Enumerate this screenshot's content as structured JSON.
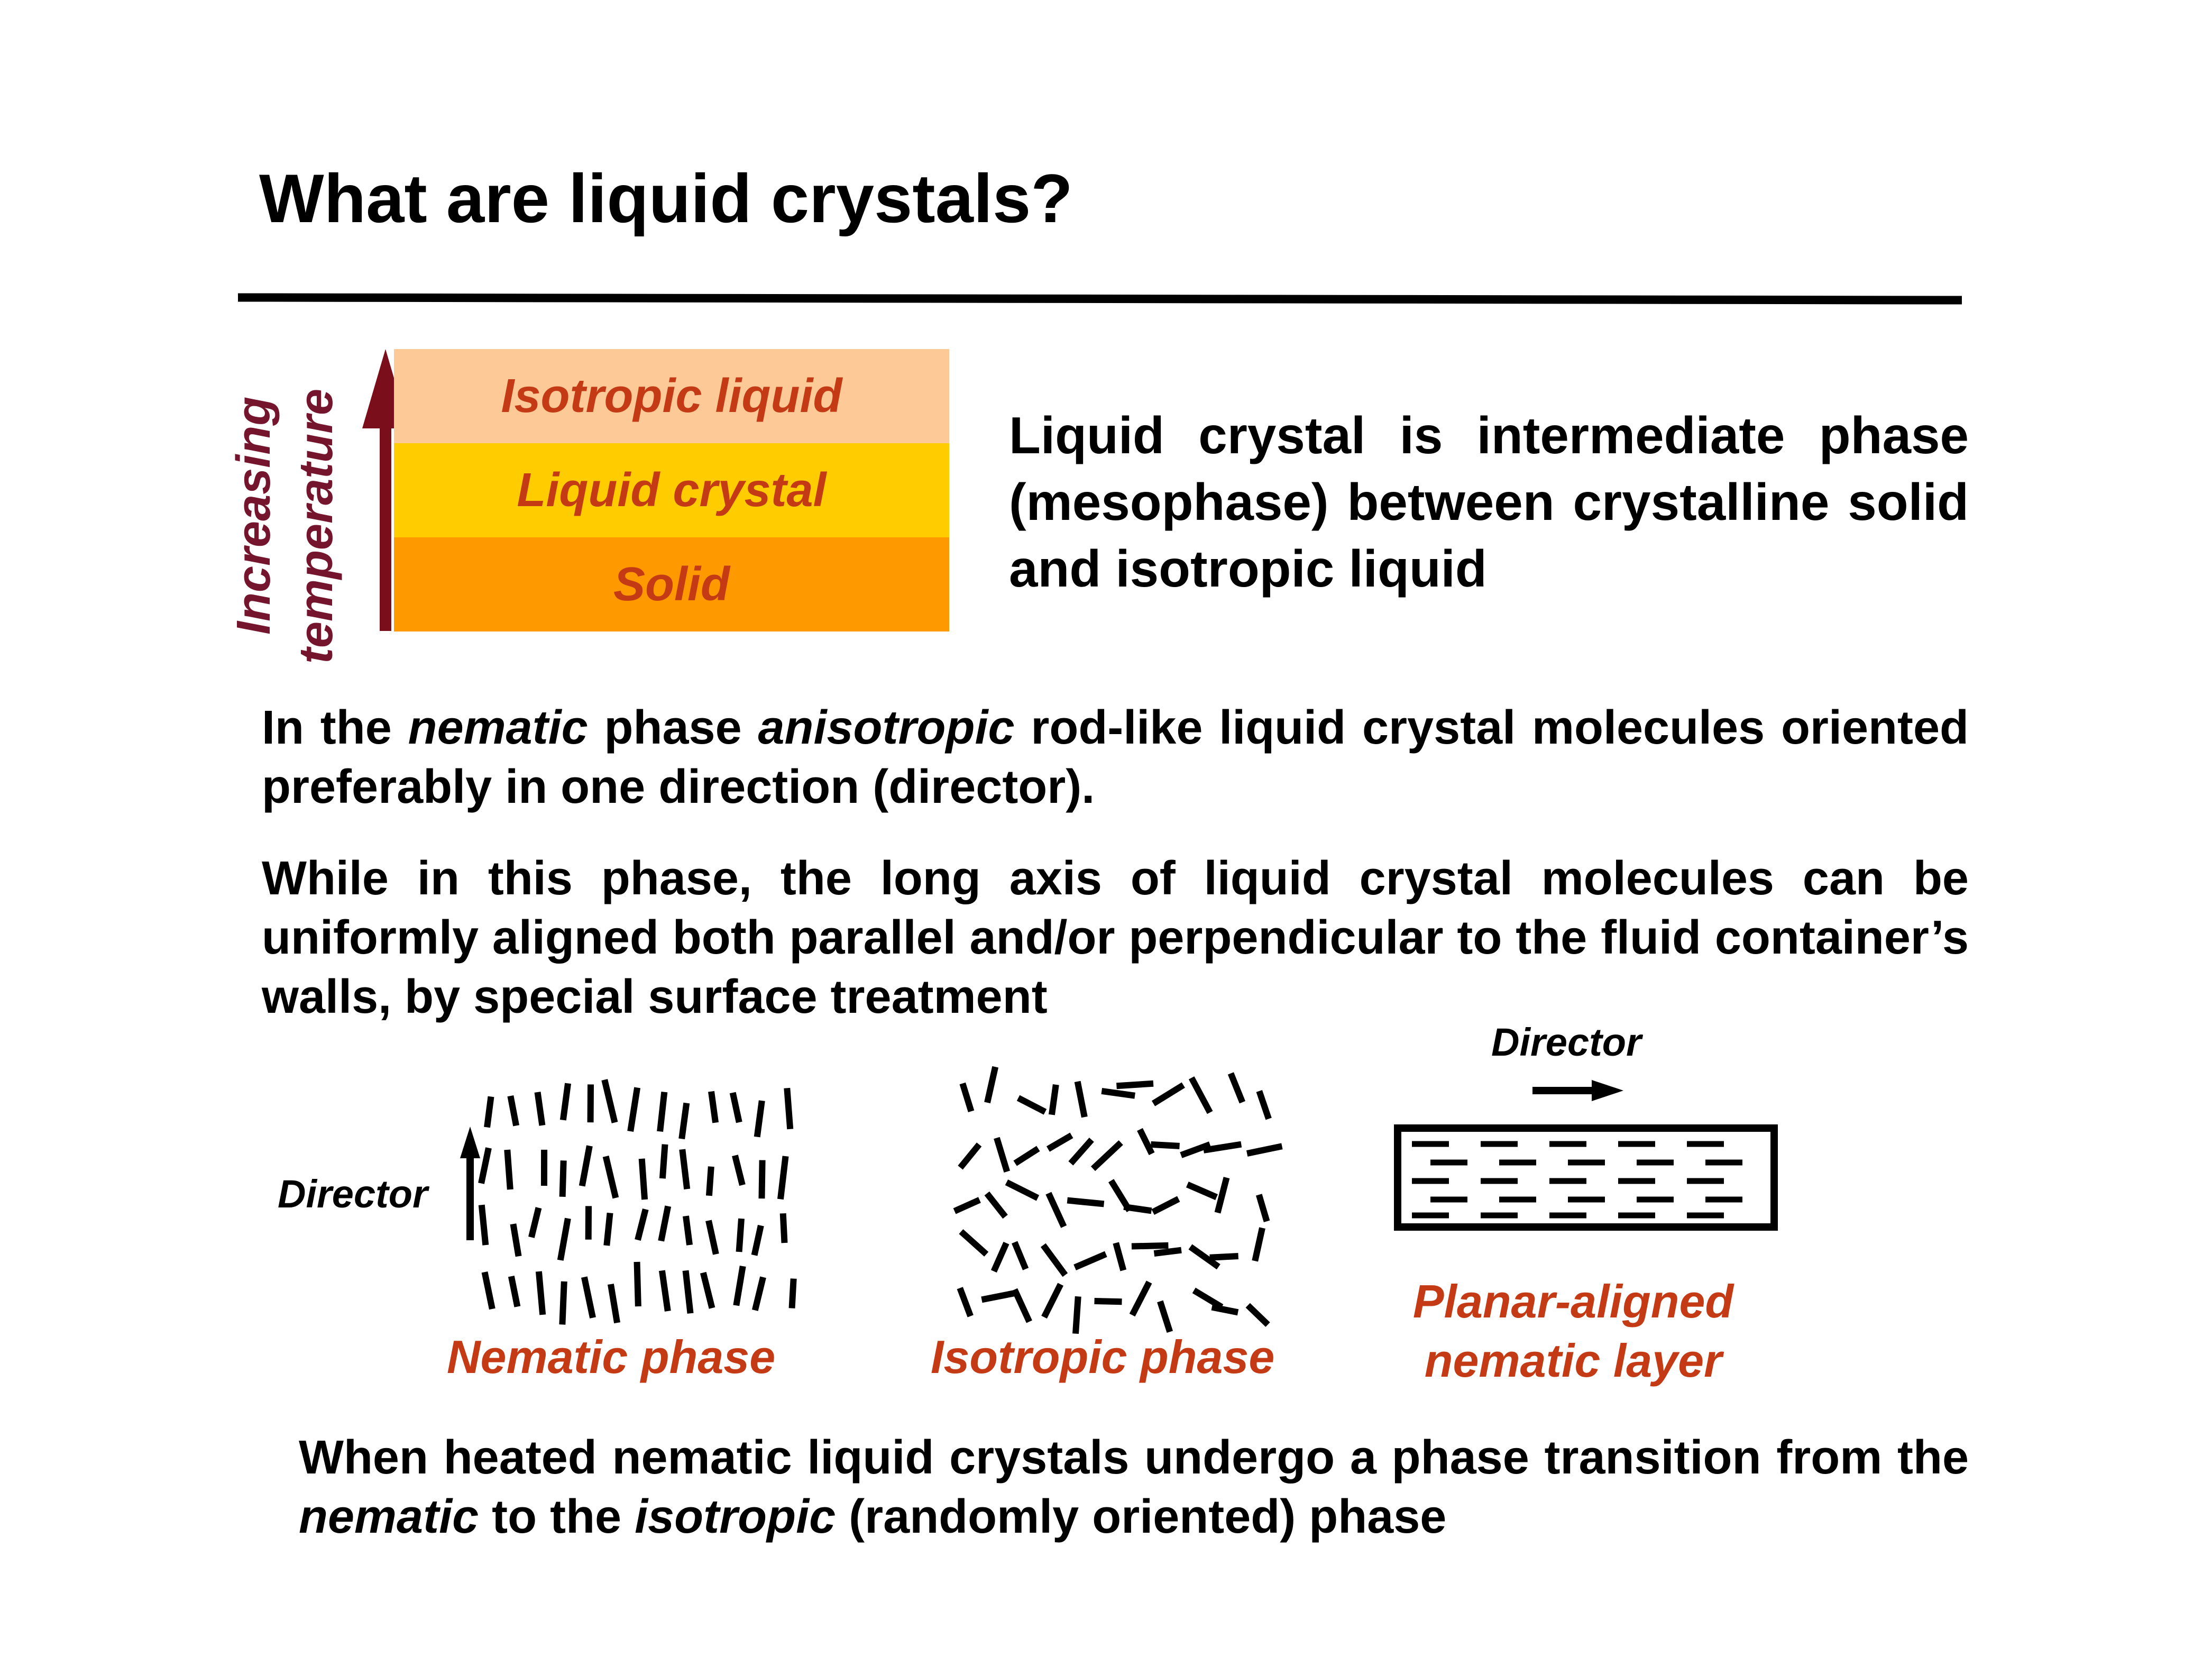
{
  "slide": {
    "title": "What are liquid crystals?"
  },
  "phase_stack": {
    "axis_label_line1": "Increasing",
    "axis_label_line2": "temperature",
    "bands": [
      {
        "label": "Isotropic liquid",
        "color": "#fdc997"
      },
      {
        "label": "Liquid crystal",
        "color": "#ffcc00"
      },
      {
        "label": "Solid",
        "color": "#ff9900"
      }
    ],
    "arrow_color": "#7a0e1a",
    "label_color": "#c33a14"
  },
  "text": {
    "definition": "Liquid crystal is intermediate phase (mesophase) between crystalline solid and isotropic liquid",
    "nematic": {
      "part1": "In the ",
      "em1": "nematic",
      "part2": " phase ",
      "em2": "anisotropic",
      "part3": "  rod-like liquid crystal molecules oriented preferably in one direction (director)."
    },
    "alignment": " While in this phase, the long axis of liquid crystal molecules can be uniformly aligned both parallel and/or perpendicular to the fluid container’s walls, by special surface treatment",
    "transition": {
      "part1": "When heated nematic liquid crystals undergo a phase transition from the ",
      "em1": "nematic",
      "part2": " to the ",
      "em2": "isotropic",
      "part3": " (randomly oriented) phase"
    }
  },
  "diagrams": {
    "nematic_director_label": "Director",
    "planar_director_label": "Director",
    "captions": {
      "nematic": "Nematic phase",
      "isotropic": "Isotropic phase",
      "planar_line1": "Planar-aligned",
      "planar_line2": "nematic layer"
    }
  }
}
